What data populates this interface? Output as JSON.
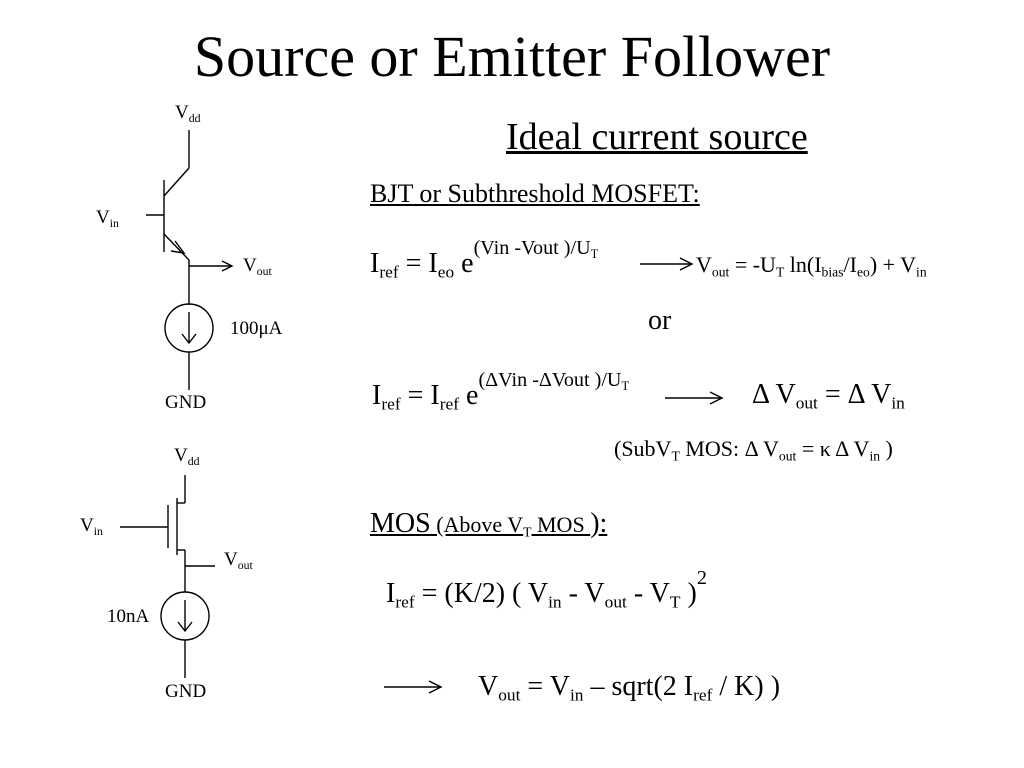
{
  "title": "Source or Emitter Follower",
  "ideal_heading": "Ideal current source",
  "bjt_heading": "BJT or Subthreshold MOSFET:",
  "eq1": {
    "lhs_I": "I",
    "lhs_sub": "ref",
    "eq": " = I",
    "eo_sub": "eo",
    "e": " e",
    "exp": "(Vin -Vout )/U",
    "exp_T": "T"
  },
  "res1": {
    "v": "V",
    "out": "out",
    "mid": " = -U",
    "t": "T",
    "ln": " ln(I",
    "bias": "bias",
    "slash": "/I",
    "eo": "eo",
    "plus": ") + V",
    "in": "in"
  },
  "or_text": "or",
  "eq2": {
    "lhs_I": "I",
    "lhs_sub": "ref",
    "eq": " = I",
    "ref_sub": "ref",
    "e": " e",
    "exp": "(ΔVin -ΔVout )/U",
    "exp_T": "T"
  },
  "res2": {
    "d1": "Δ V",
    "out": "out",
    "mid": " =  Δ V",
    "in": "in"
  },
  "subvt": {
    "open": "(SubV",
    "t": "T",
    "mos": " MOS: Δ V",
    "out": "out",
    "mid": " =  κ Δ V",
    "in": "in",
    "close": " )"
  },
  "mos_heading": {
    "mos": "MOS",
    "above": " (Above V",
    "t": "T",
    "rest": " MOS ",
    "close": "):"
  },
  "eq3": {
    "I": "I",
    "ref": "ref",
    "a": " = (K/2) ( V",
    "in": "in",
    "b": " - V",
    "out": "out",
    "c": " - V",
    "t": "T",
    "d": " )",
    "sq": "2"
  },
  "eq4": {
    "v": "V",
    "out": "out",
    "a": " = V",
    "in": "in",
    "b": " – sqrt(2 I",
    "ref": "ref",
    "c": " / K) )"
  },
  "circuit1": {
    "vdd": "V",
    "vdd_sub": "dd",
    "vin": "V",
    "vin_sub": "in",
    "vout": "V",
    "vout_sub": "out",
    "current": "100μA",
    "gnd": "GND"
  },
  "circuit2": {
    "vdd": "V",
    "vdd_sub": "dd",
    "vin": "V",
    "vin_sub": "in",
    "vout": "V",
    "vout_sub": "out",
    "current": "10nA",
    "gnd": "GND"
  }
}
